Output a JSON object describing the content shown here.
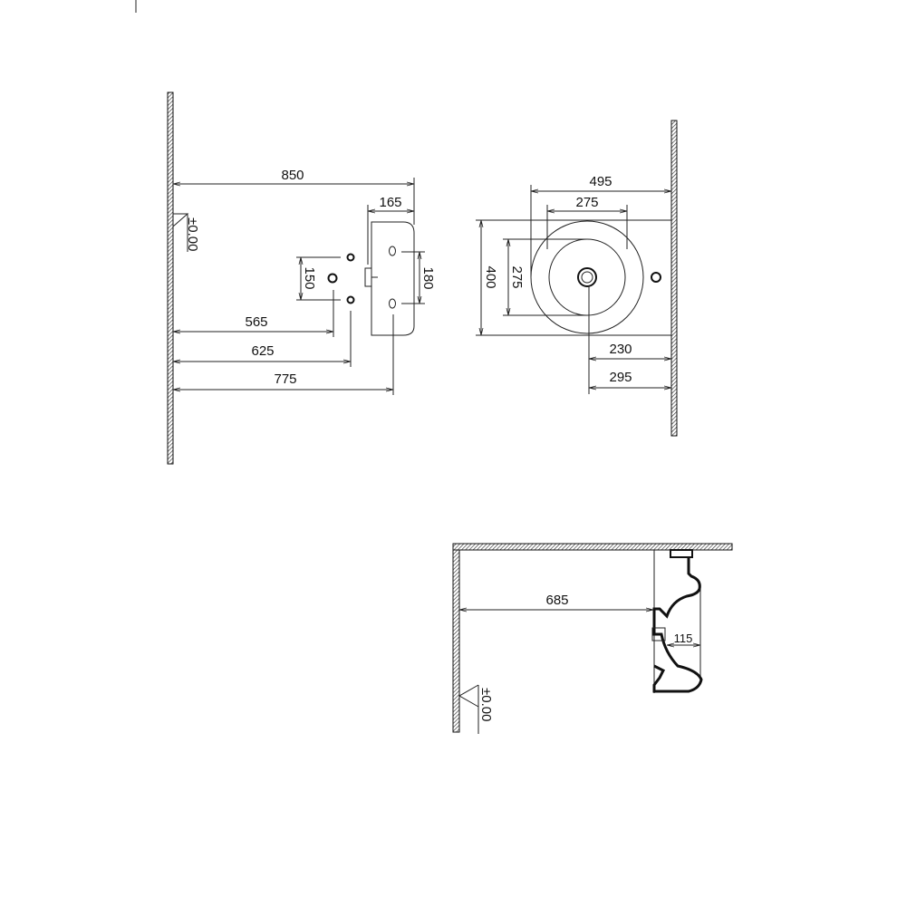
{
  "drawing": {
    "top_view": {
      "level_mark": "±0.00",
      "dims": {
        "overall_projection": "850",
        "basin_depth": "165",
        "valve_spacing": "150",
        "fixing_spacing": "180",
        "waste_center": "565",
        "valve_center": "625",
        "fixing_center": "775"
      }
    },
    "front_view": {
      "dims": {
        "basin_width": "495",
        "bowl_width": "275",
        "basin_height": "400",
        "bowl_height": "275",
        "drain_offset": "230",
        "tap_offset": "295"
      }
    },
    "side_view": {
      "level_mark": "±0.00",
      "dims": {
        "wall_distance": "685",
        "bowl_depth": "115"
      }
    }
  }
}
